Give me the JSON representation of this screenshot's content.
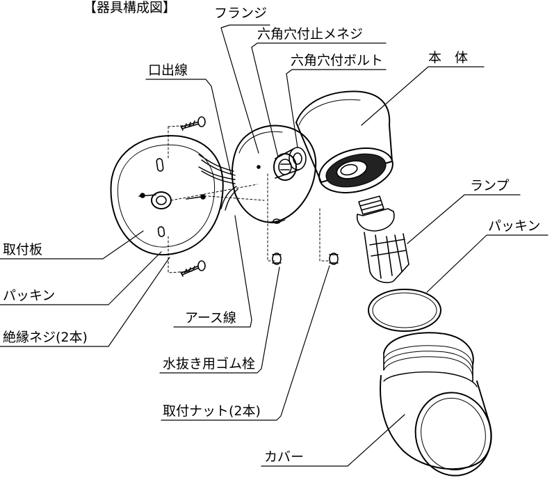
{
  "title": "【器具構成図】",
  "labels": {
    "flange": "フランジ",
    "hex_set_screw": "六角穴付止メネジ",
    "hex_bolt": "六角穴付ボルト",
    "body": "本　体",
    "lead_wire": "口出線",
    "lamp": "ランプ",
    "packing_right": "パッキン",
    "mounting_plate": "取付板",
    "packing_left": "パッキン",
    "earth_wire": "アース線",
    "insulating_screw": "絶縁ネジ(2本)",
    "drain_plug": "水抜き用ゴム栓",
    "mounting_nut": "取付ナット(2本)",
    "cover": "カバー"
  }
}
